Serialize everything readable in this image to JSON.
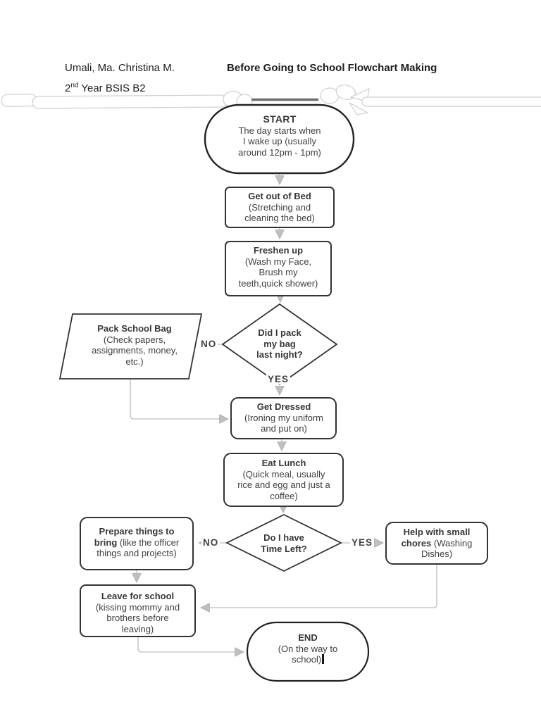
{
  "header": {
    "author": "Umali, Ma. Christina M.",
    "title": "Before Going to School Flowchart Making",
    "year_num": "2",
    "year_sup": "nd",
    "year_rest": " Year BSIS B2"
  },
  "flowchart": {
    "nodes": {
      "start": {
        "title": "START",
        "body": "The day starts when\nI wake up (usually\naround 12pm - 1pm)"
      },
      "get_out_of_bed": {
        "title": "Get out of Bed",
        "body": "(Stretching and\ncleaning the bed)"
      },
      "freshen_up": {
        "title": "Freshen up",
        "body": "(Wash my Face,\nBrush my\nteeth,quick shower)"
      },
      "pack_school_bag": {
        "title": "Pack School Bag",
        "body": "(Check papers,\nassignments, money,\netc.)"
      },
      "decision_pack": {
        "title": "Did I pack\nmy bag\nlast night?"
      },
      "get_dressed": {
        "title": "Get Dressed",
        "body": "(Ironing my uniform\nand put on)"
      },
      "eat_lunch": {
        "title": "Eat Lunch",
        "body": "(Quick meal, usually\nrice and egg and just a\ncoffee)"
      },
      "decision_time": {
        "title": "Do I have\nTime Left?"
      },
      "prepare_things": {
        "title": "Prepare things to\nbring",
        "body": " (like the officer\nthings and projects)"
      },
      "help_chores": {
        "title": "Help with small\nchores",
        "body": " (Washing\nDishes)"
      },
      "leave_for_school": {
        "title": "Leave for school",
        "body": "(kissing mommy and\nbrothers before\nleaving)"
      },
      "end": {
        "title": "END",
        "body": "(On the way to\nschool)"
      }
    },
    "labels": {
      "no_pack": "NO",
      "yes_pack": "YES",
      "no_time": "NO",
      "yes_time": "YES"
    }
  },
  "colors": {
    "node_border": "#333333",
    "connector": "#c9c9c9",
    "arrowhead": "#bfbfbf",
    "text": "#3f3f3f",
    "decoration_outline": "#cfcfcf",
    "page_background": "#ffffff"
  }
}
